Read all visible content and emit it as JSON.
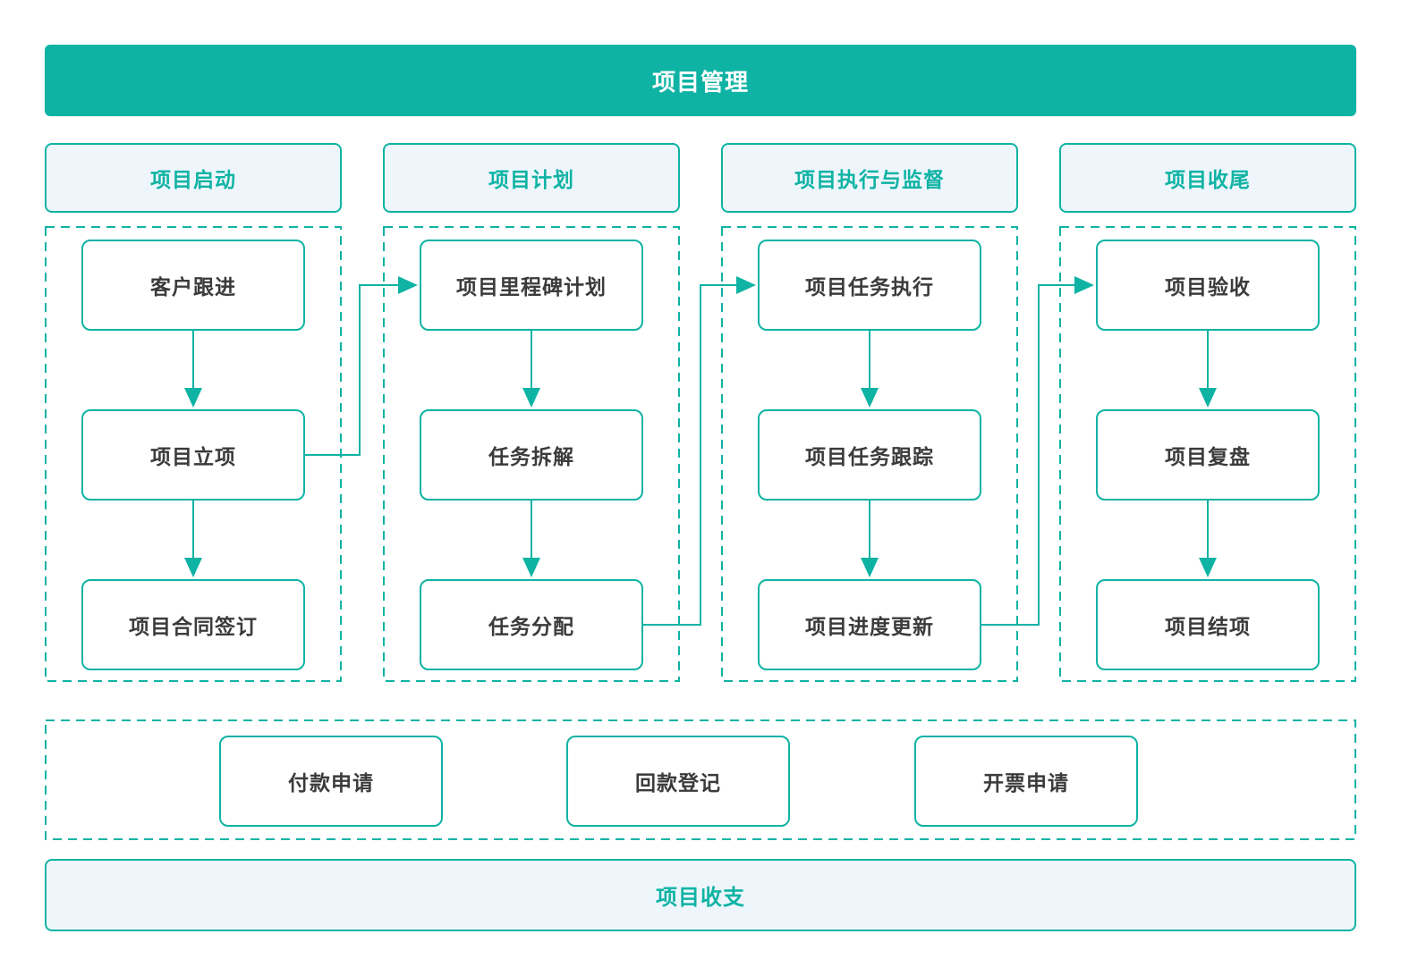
{
  "title_banner": {
    "label": "项目管理"
  },
  "colors": {
    "accent": "#0fb3a4",
    "light_fill": "#eef6fc",
    "box_text": "#3b3b3b",
    "banner_text": "#ffffff"
  },
  "columns": [
    {
      "header": "项目启动",
      "steps": [
        "客户跟进",
        "项目立项",
        "项目合同签订"
      ]
    },
    {
      "header": "项目计划",
      "steps": [
        "项目里程碑计划",
        "任务拆解",
        "任务分配"
      ]
    },
    {
      "header": "项目执行与监督",
      "steps": [
        "项目任务执行",
        "项目任务跟踪",
        "项目进度更新"
      ]
    },
    {
      "header": "项目收尾",
      "steps": [
        "项目验收",
        "项目复盘",
        "项目结项"
      ]
    }
  ],
  "connections": [
    {
      "from": "客户跟进",
      "to": "项目立项",
      "type": "down-arrow"
    },
    {
      "from": "项目立项",
      "to": "项目合同签订",
      "type": "down-arrow"
    },
    {
      "from": "项目立项",
      "to": "项目里程碑计划",
      "type": "elbow-arrow"
    },
    {
      "from": "项目里程碑计划",
      "to": "任务拆解",
      "type": "down-arrow"
    },
    {
      "from": "任务拆解",
      "to": "任务分配",
      "type": "down-arrow"
    },
    {
      "from": "任务分配",
      "to": "项目任务执行",
      "type": "elbow-arrow"
    },
    {
      "from": "项目任务执行",
      "to": "项目任务跟踪",
      "type": "down-arrow"
    },
    {
      "from": "项目任务跟踪",
      "to": "项目进度更新",
      "type": "down-arrow"
    },
    {
      "from": "项目进度更新",
      "to": "项目验收",
      "type": "elbow-arrow"
    },
    {
      "from": "项目验收",
      "to": "项目复盘",
      "type": "down-arrow"
    },
    {
      "from": "项目复盘",
      "to": "项目结项",
      "type": "down-arrow"
    }
  ],
  "finance_row": {
    "items": [
      "付款申请",
      "回款登记",
      "开票申请"
    ]
  },
  "bottom_banner": {
    "label": "项目收支"
  }
}
